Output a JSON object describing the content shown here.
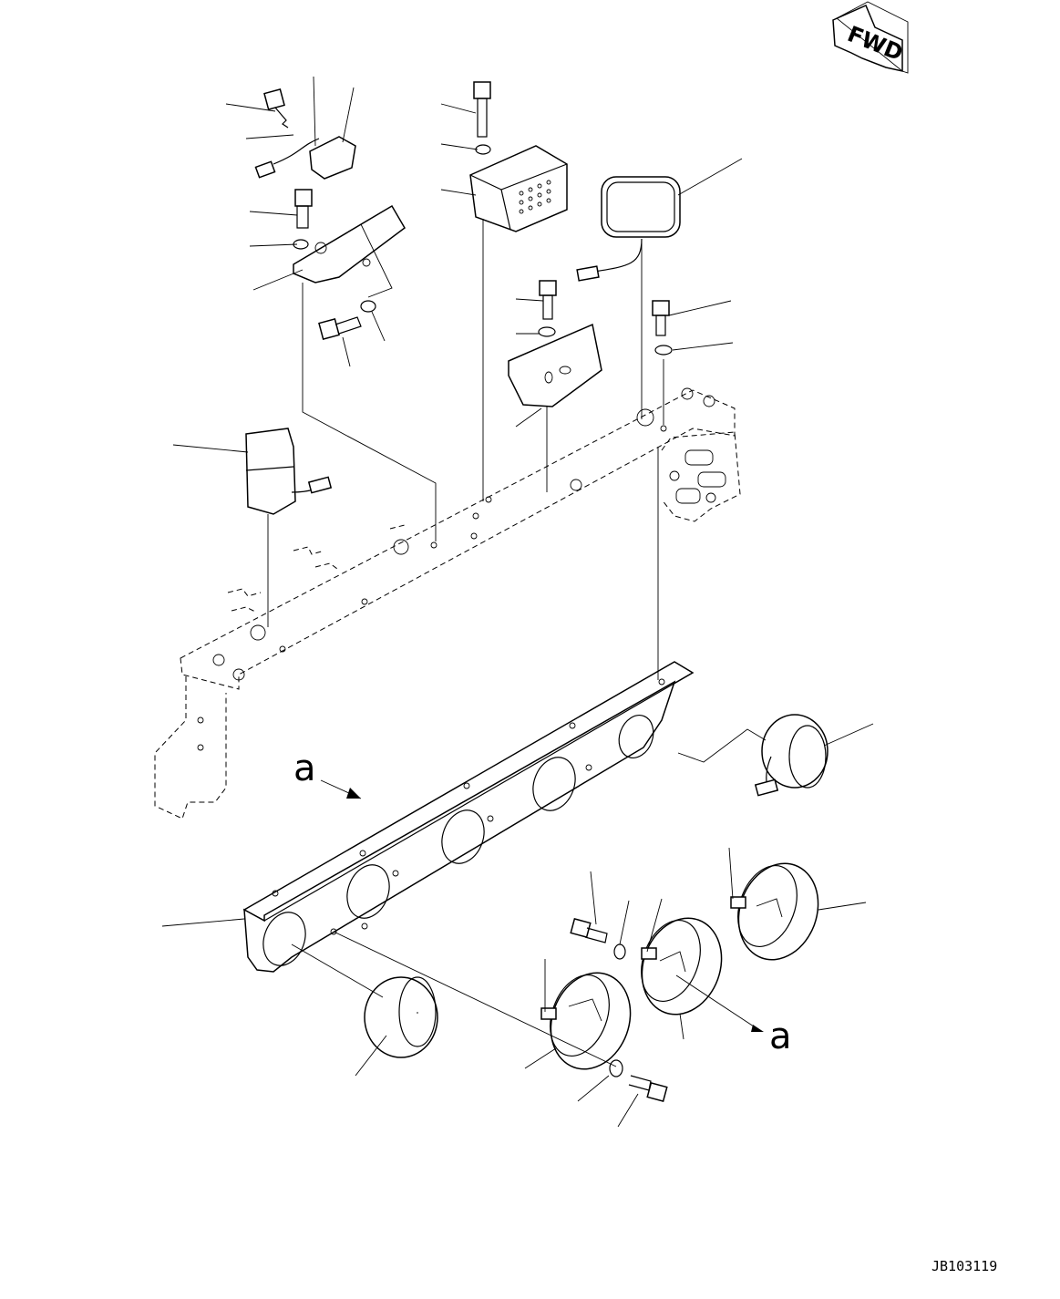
{
  "diagram": {
    "direction_label": "FWD",
    "view_marker_top": "a",
    "view_marker_bottom": "a",
    "drawing_code": "JB103119"
  },
  "icons": {
    "direction": "forward-arrow-icon"
  }
}
